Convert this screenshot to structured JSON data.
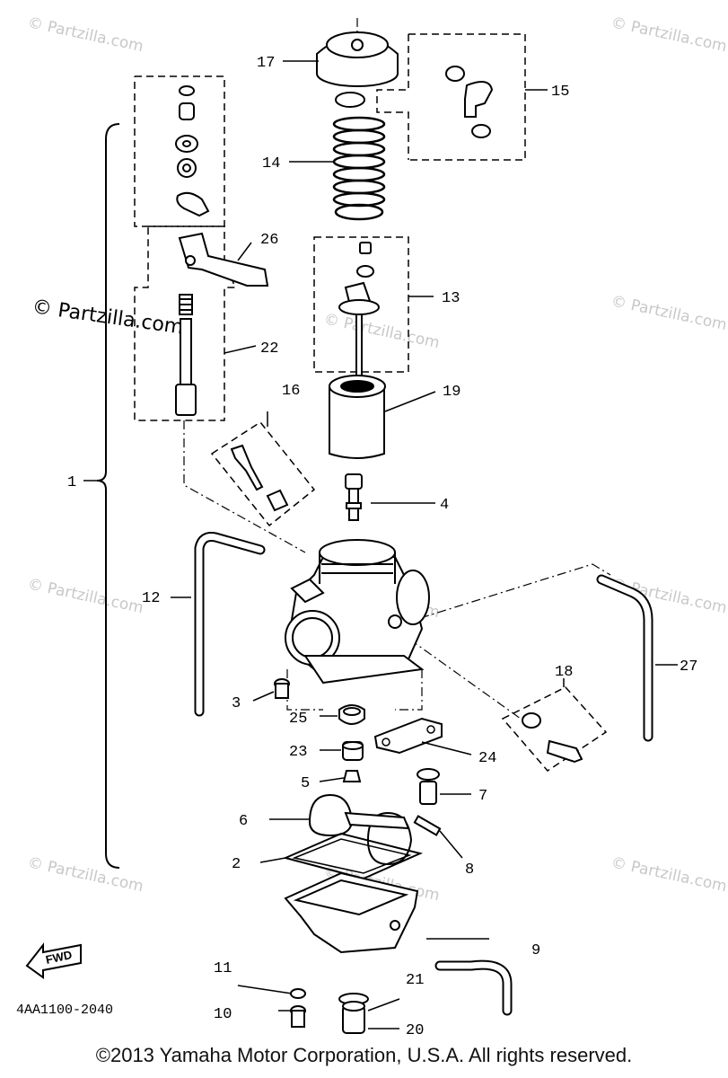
{
  "watermark_text": "© Partzilla.com",
  "diagram_code": "4AA1100-2040",
  "fwd_label": "FWD",
  "copyright": "©2013 Yamaha Motor Corporation, U.S.A. All rights reserved.",
  "callouts": {
    "p1": "1",
    "p2": "2",
    "p3": "3",
    "p4": "4",
    "p5": "5",
    "p6": "6",
    "p7": "7",
    "p8": "8",
    "p9": "9",
    "p10": "10",
    "p11": "11",
    "p12": "12",
    "p13": "13",
    "p14": "14",
    "p15": "15",
    "p16": "16",
    "p17": "17",
    "p18": "18",
    "p19": "19",
    "p20": "20",
    "p21": "21",
    "p22": "22",
    "p23": "23",
    "p24": "24",
    "p25": "25",
    "p26": "26",
    "p27": "27"
  }
}
